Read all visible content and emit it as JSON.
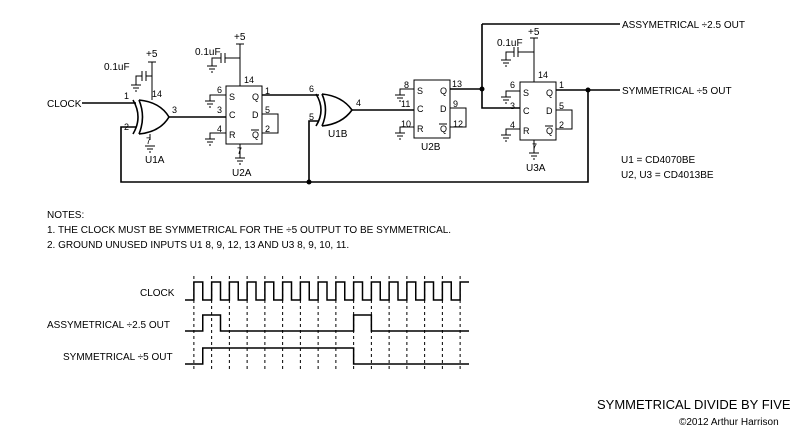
{
  "title": "SYMMETRICAL DIVIDE BY FIVE",
  "copyright": "©2012 Arthur Harrison",
  "parts": {
    "u1": "U1 = CD4070BE",
    "u2u3": "U2, U3 = CD4013BE"
  },
  "signals": {
    "clock": "CLOCK",
    "asym_out": "ASSYMETRICAL ÷2.5 OUT",
    "sym_out": "SYMMETRICAL ÷5 OUT"
  },
  "supply": "+5",
  "cap": "0.1uF",
  "notes": {
    "heading": "NOTES:",
    "items": [
      "1. THE CLOCK MUST BE SYMMETRICAL FOR THE ÷5 OUTPUT TO BE SYMMETRICAL.",
      "2. GROUND UNUSED INPUTS U1 8, 9, 12, 13 AND U3 8, 9, 10, 11."
    ]
  },
  "gates": {
    "u1a": {
      "label": "U1A",
      "pins": [
        "1",
        "2",
        "3",
        "14",
        "7"
      ]
    },
    "u1b": {
      "label": "U1B",
      "pins": [
        "6",
        "5",
        "4"
      ]
    }
  },
  "flipflops": {
    "u2a": {
      "label": "U2A",
      "pins": {
        "s": "6",
        "c": "3",
        "r": "4",
        "q": "1",
        "d": "5",
        "qn": "2",
        "vdd": "14",
        "vss": "7"
      }
    },
    "u2b": {
      "label": "U2B",
      "pins": {
        "s": "8",
        "c": "11",
        "r": "10",
        "q": "13",
        "d": "9",
        "qn": "12"
      }
    },
    "u3a": {
      "label": "U3A",
      "pins": {
        "s": "6",
        "c": "3",
        "r": "4",
        "q": "1",
        "d": "5",
        "qn": "2",
        "vdd": "14",
        "vss": "7"
      }
    }
  },
  "ff_letters": {
    "s": "S",
    "c": "C",
    "r": "R",
    "q": "Q",
    "d": "D",
    "qn": "Q"
  },
  "timing": {
    "clock": [
      0,
      1,
      0,
      1,
      0,
      1,
      0,
      1,
      0,
      1,
      0,
      1,
      0,
      1,
      0,
      1,
      0,
      1,
      0,
      1,
      0,
      1,
      0,
      1,
      0,
      1,
      0,
      1,
      0,
      1,
      0,
      1
    ],
    "asym": [
      0,
      0,
      1,
      1,
      0,
      0,
      0,
      0,
      0,
      0,
      0,
      0,
      0,
      0,
      0,
      0,
      0,
      0,
      0,
      1,
      1,
      0,
      0,
      0,
      0,
      0,
      0,
      0,
      0,
      0,
      0,
      0
    ],
    "sym": [
      0,
      0,
      1,
      1,
      1,
      1,
      1,
      1,
      1,
      1,
      1,
      1,
      1,
      1,
      1,
      1,
      1,
      1,
      1,
      0,
      0,
      0,
      0,
      0,
      0,
      0,
      0,
      0,
      0,
      0,
      0,
      0
    ]
  }
}
